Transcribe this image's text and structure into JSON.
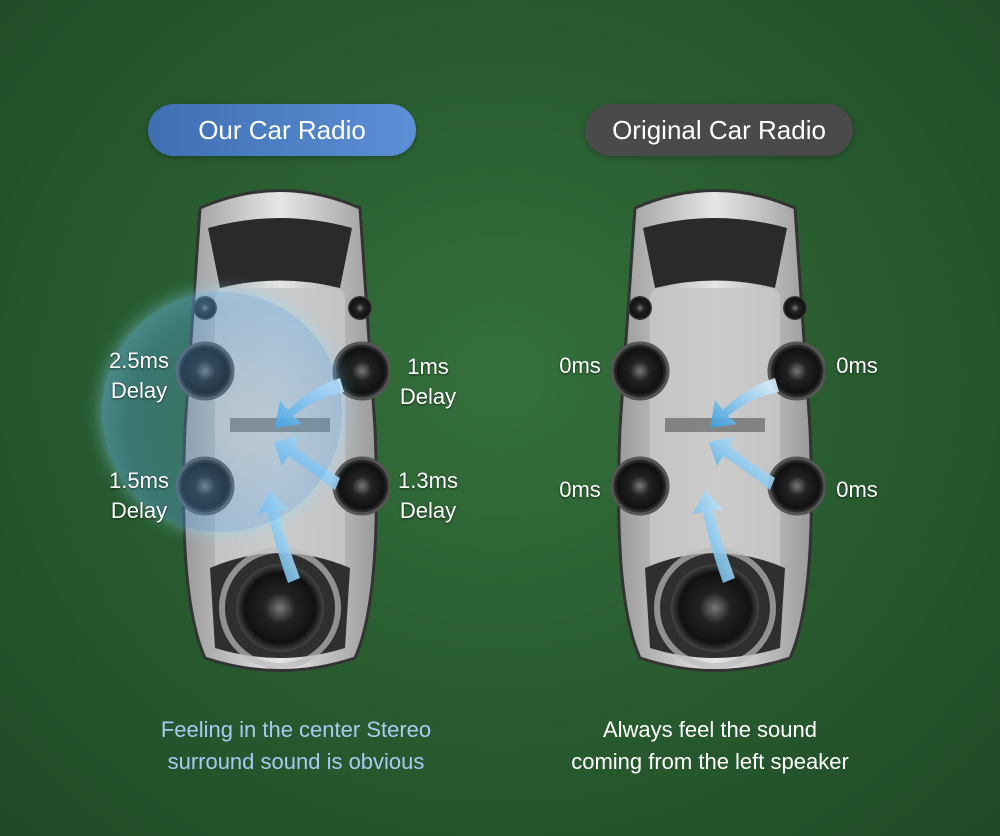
{
  "left_panel": {
    "title": "Our Car Radio",
    "delays": {
      "front_left": "2.5ms\nDelay",
      "front_right": "1ms\nDelay",
      "rear_left": "1.5ms\nDelay",
      "rear_right": "1.3ms\nDelay"
    },
    "caption_line1": "Feeling in the center Stereo",
    "caption_line2": "surround sound is obvious"
  },
  "right_panel": {
    "title": "Original Car Radio",
    "delays": {
      "front_left": "0ms",
      "front_right": "0ms",
      "rear_left": "0ms",
      "rear_right": "0ms"
    },
    "caption_line1": "Always feel the sound",
    "caption_line2": "coming from the left speaker"
  },
  "colors": {
    "accent_blue": "#5b8fd6",
    "dark_pill": "#4a4a4a",
    "caption_blue": "#a6ccf2",
    "background_green": "#2a5e31"
  },
  "icons": [
    "car-top-view-icon",
    "speaker-icon",
    "sound-arrow-icon",
    "subwoofer-icon"
  ]
}
